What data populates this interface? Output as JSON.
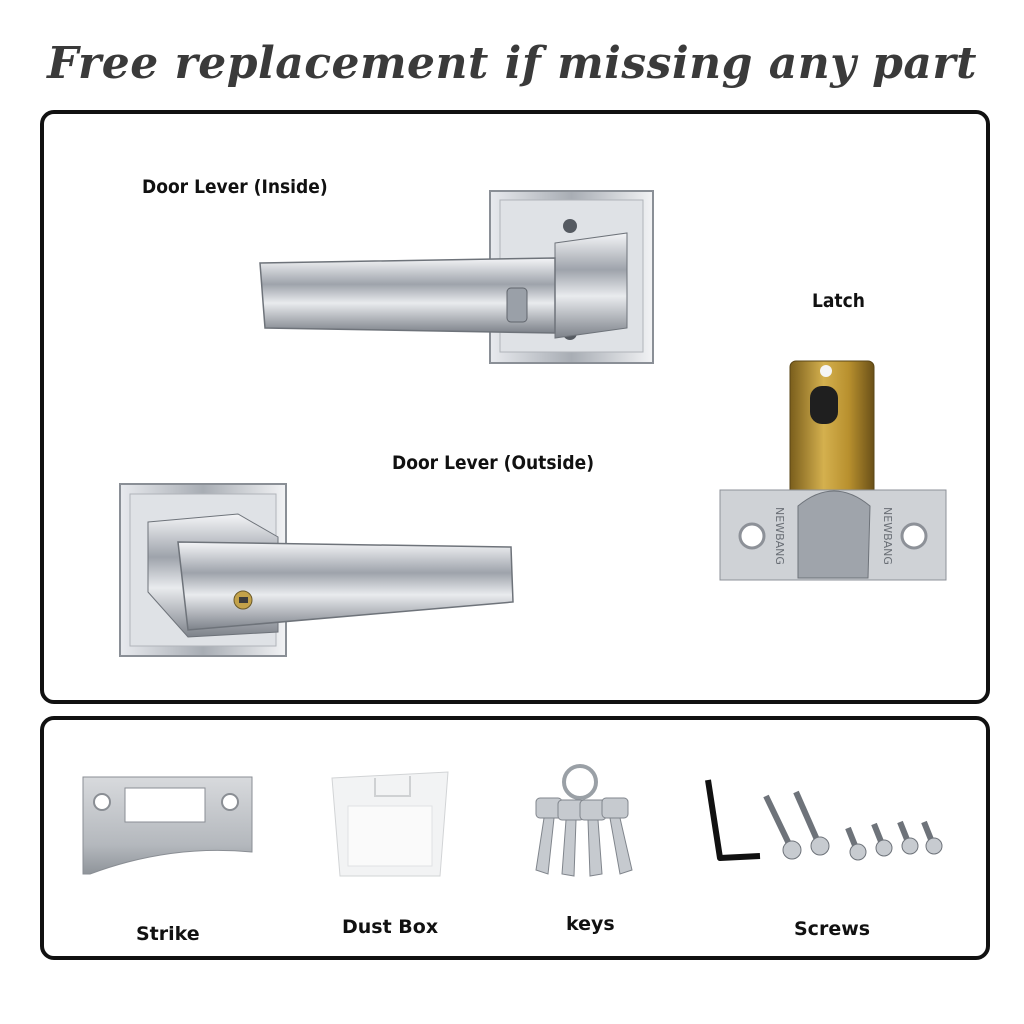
{
  "headline": "Free replacement if missing any part",
  "main_parts": {
    "inside_lever_label": "Door Lever (Inside)",
    "outside_lever_label": "Door Lever (Outside)",
    "latch_label": "Latch",
    "latch_brand": "NEWBANG"
  },
  "accessories": {
    "strike_label": "Strike",
    "dust_box_label": "Dust Box",
    "keys_label": "keys",
    "screws_label": "Screws"
  },
  "colors": {
    "chrome": "#c9ccd2",
    "brass": "#b8902e",
    "border": "#111111",
    "headline": "#3a3a3a"
  }
}
